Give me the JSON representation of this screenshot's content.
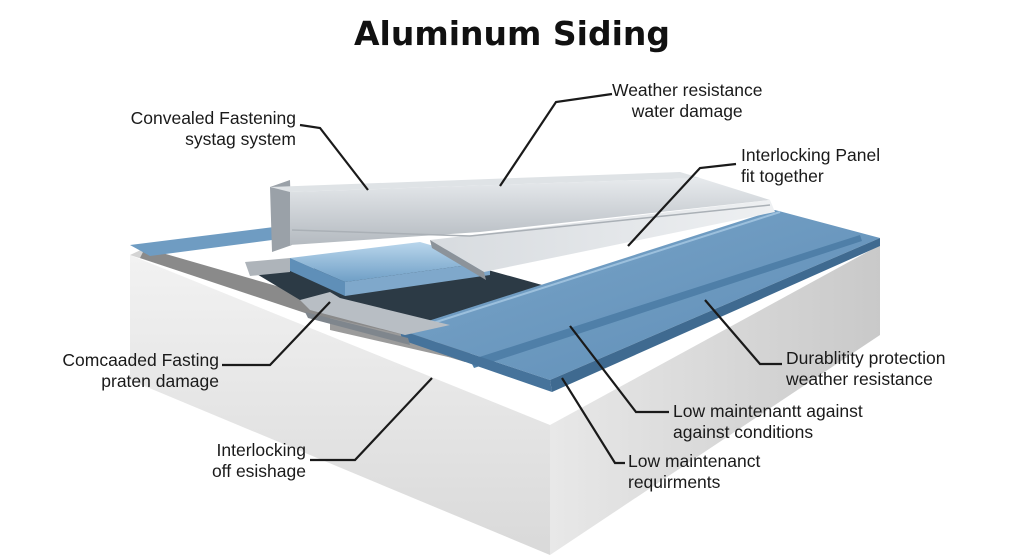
{
  "title": "Aluminum Siding",
  "labels": {
    "concealed_fastening": [
      "Convealed Fastening",
      "systag system"
    ],
    "weather_resistance": [
      "Weather resistance",
      "water damage"
    ],
    "interlocking_panel": [
      "Interlocking Panel",
      "fit together"
    ],
    "comcaaded_fasting": [
      "Comcaaded Fasting",
      "praten damage"
    ],
    "durability": [
      "Durablitity protection",
      "weather resistance"
    ],
    "low_maint_against": [
      "Low maintenantt against",
      "against conditions"
    ],
    "interlocking_off": [
      "Interlocking",
      "off esishage"
    ],
    "low_maint_req": [
      "Low maintenanct",
      "requirments"
    ]
  },
  "colors": {
    "panel_blue": "#6f9cc2",
    "panel_blue_dark": "#4f7fa8",
    "aluminum": "#c9ced3",
    "aluminum_dark": "#9aa1a8",
    "base_gray": "#e6e6e6",
    "insulation": "#8a8a8a"
  }
}
